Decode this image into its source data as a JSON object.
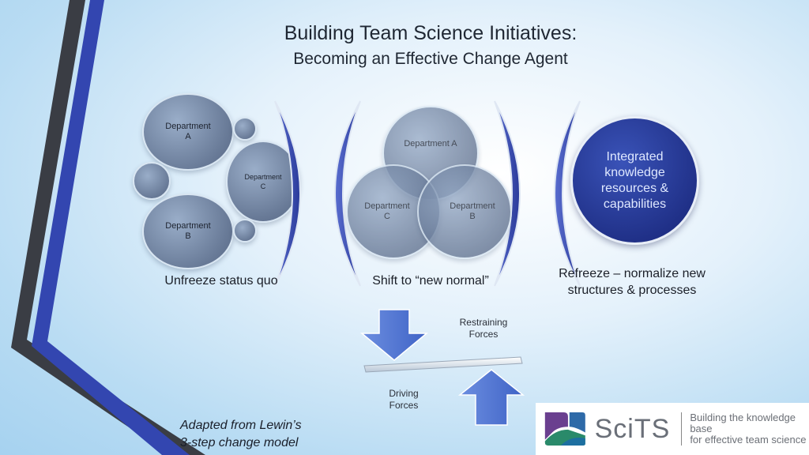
{
  "title": {
    "line1": "Building Team Science Initiatives:",
    "line2": "Becoming an Effective Change Agent"
  },
  "unfreeze": {
    "dept_a": "Department\nA",
    "dept_c": "Department\nC",
    "dept_b": "Department\nB",
    "caption": "Unfreeze status quo"
  },
  "shift": {
    "dept_a": "Department A",
    "dept_c": "Department\nC",
    "dept_b": "Department\nB",
    "caption": "Shift to “new normal”"
  },
  "refreeze": {
    "circle_text": "Integrated\nknowledge\nresources &\ncapabilities",
    "caption_line1": "Refreeze – normalize new",
    "caption_line2": "structures & processes"
  },
  "forces": {
    "restraining": "Restraining\nForces",
    "driving": "Driving\nForces"
  },
  "credit": {
    "line1": "Adapted from Lewin’s",
    "line2": "3-step change model"
  },
  "logo": {
    "wordmark": "SciTS",
    "tagline": "Building the knowledge base\nfor effective team science"
  },
  "colors": {
    "accent_blue": "#3346b0",
    "stripe_dark": "#3a3d44",
    "circle_gray": "#7a8aa8",
    "integrated_blue": "#25369a"
  }
}
